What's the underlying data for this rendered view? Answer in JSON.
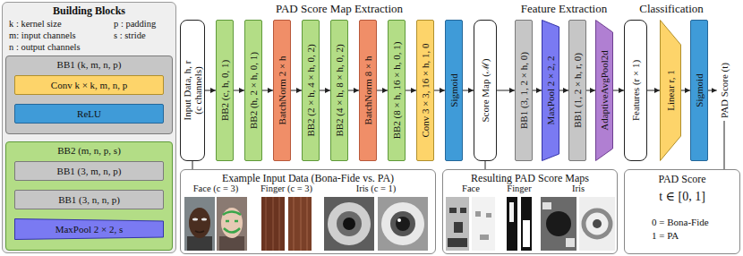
{
  "diagram": {
    "nodes": [
      {
        "text": [
          "Building Blocks",
          "k : kernel size",
          "m: input channels",
          "n : output channels",
          "p : padding",
          "s : stride"
        ]
      },
      {
        "text": [
          "BB1 (k, m, n, p)"
        ],
        "in": 0
      },
      {
        "text": [
          "Conv k × k, m, n, p"
        ],
        "in": 1
      },
      {
        "text": [
          "ReLU"
        ],
        "in": 1
      },
      {
        "text": [
          "BB2 (m, n, p, s)"
        ],
        "in": 0
      },
      {
        "text": [
          "BB1 (3, m, n, p)"
        ],
        "in": 4
      },
      {
        "text": [
          "BB1 (3, n, n, p)"
        ],
        "in": 4
      },
      {
        "text": [
          "MaxPool 2 × 2, s"
        ],
        "in": 4
      },
      {
        "text": [
          "Input Data, h, r",
          "(c channels)"
        ]
      },
      {
        "text": [
          "BB2 (c, h, 0, 1)"
        ]
      },
      {
        "text": [
          "BB2 (h, 2 × h, 0, 1)"
        ]
      },
      {
        "text": [
          "BatchNorm 2 × h"
        ]
      },
      {
        "text": [
          "BB2 (2 × h, 4 × h, 0, 2)"
        ]
      },
      {
        "text": [
          "BB2 (4 × h, 8 × h, 0, 2)"
        ]
      },
      {
        "text": [
          "BatchNorm 8 × h"
        ]
      },
      {
        "text": [
          "BB2 (8 × h, 16 × h, 0, 1)"
        ]
      },
      {
        "text": [
          "Conv 3 × 3, 16 × h, 1, 0"
        ]
      },
      {
        "text": [
          "Sigmoid"
        ]
      },
      {
        "text": [
          "Score Map (ℳ)"
        ]
      },
      {
        "text": [
          "BB1 (3, 1, 2 × h, 0)"
        ]
      },
      {
        "text": [
          "MaxPool 2 × 2, 2"
        ]
      },
      {
        "text": [
          "BB1 (1, 2 × h, r, 0)"
        ]
      },
      {
        "text": [
          "AdaptiveAvgPool2d"
        ]
      },
      {
        "text": [
          "Features (r × 1)"
        ]
      },
      {
        "text": [
          "Linear r, 1"
        ]
      },
      {
        "text": [
          "Sigmoid"
        ]
      },
      {
        "text": [
          "Example Input Data (Bona-Fide vs. PA)"
        ]
      },
      {
        "text": [
          "Resulting PAD Score Maps"
        ]
      },
      {
        "text": [
          "PAD Score",
          "t ∈ [0, 1]",
          "0 = Bona-Fide",
          "1 = PA"
        ]
      }
    ],
    "edges": [
      {
        "from": 8,
        "to": 9,
        "arrow": "to"
      },
      {
        "from": 9,
        "to": 10,
        "arrow": "to"
      },
      {
        "from": 10,
        "to": 11,
        "arrow": "to"
      },
      {
        "from": 11,
        "to": 12,
        "arrow": "to"
      },
      {
        "from": 12,
        "to": 13,
        "arrow": "to"
      },
      {
        "from": 13,
        "to": 14,
        "arrow": "to"
      },
      {
        "from": 14,
        "to": 15,
        "arrow": "to"
      },
      {
        "from": 15,
        "to": 16,
        "arrow": "to"
      },
      {
        "from": 16,
        "to": 17,
        "arrow": "to"
      },
      {
        "from": 17,
        "to": 18,
        "arrow": "to"
      },
      {
        "from": 18,
        "to": 19,
        "arrow": "to"
      },
      {
        "from": 19,
        "to": 20,
        "arrow": "to"
      },
      {
        "from": 20,
        "to": 21,
        "arrow": "to"
      },
      {
        "from": 21,
        "to": 22,
        "arrow": "to"
      },
      {
        "from": 22,
        "to": 23,
        "arrow": "to"
      },
      {
        "from": 23,
        "to": 24,
        "arrow": "to"
      },
      {
        "from": 24,
        "to": 25,
        "arrow": "to"
      },
      {
        "from": 8,
        "to": 26,
        "arrow": "none"
      },
      {
        "from": 18,
        "to": 27,
        "arrow": "none"
      }
    ],
    "labels": [
      "PAD Score Map Extraction",
      "Feature Extraction",
      "Classification",
      "PAD Score (t)",
      "Face (c = 3)",
      "Finger (c = 3)",
      "Iris (c = 1)",
      "Face",
      "Finger",
      "Iris"
    ]
  }
}
